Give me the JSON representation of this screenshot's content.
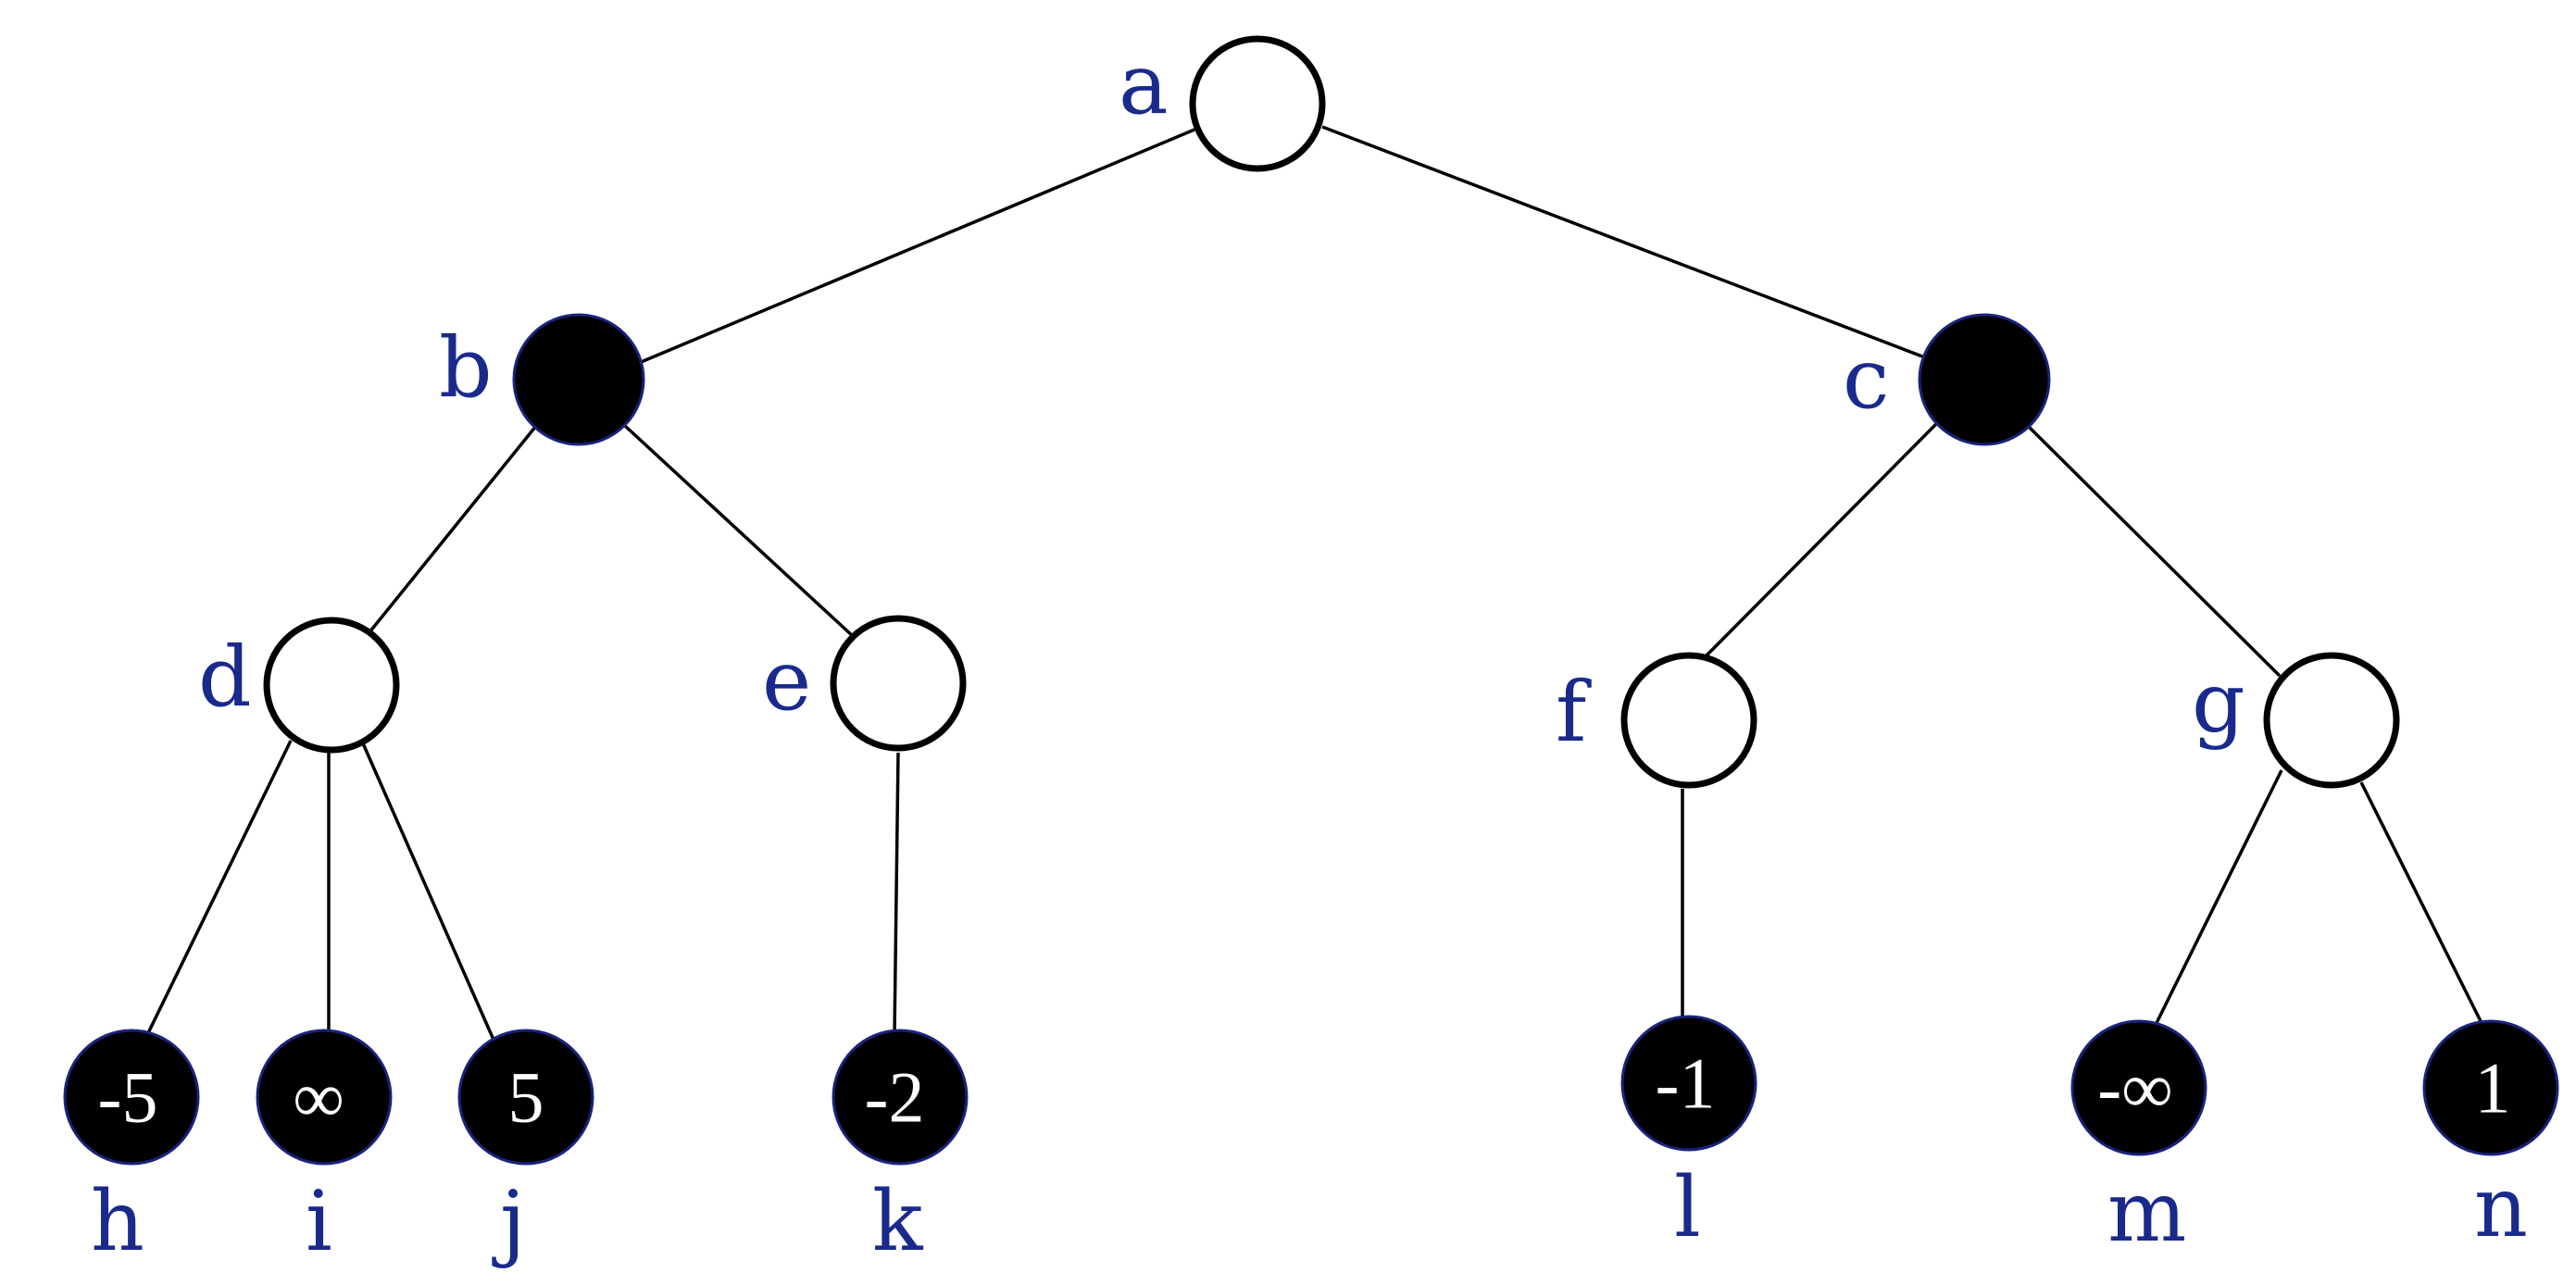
{
  "colors": {
    "label": "#1a2a8c",
    "edge": "#000000",
    "min_node_fill": "#000000",
    "max_node_fill": "#ffffff"
  },
  "nodes": {
    "a": {
      "label": "a",
      "player": "max"
    },
    "b": {
      "label": "b",
      "player": "min"
    },
    "c": {
      "label": "c",
      "player": "min"
    },
    "d": {
      "label": "d",
      "player": "max"
    },
    "e": {
      "label": "e",
      "player": "max"
    },
    "f": {
      "label": "f",
      "player": "max"
    },
    "g": {
      "label": "g",
      "player": "max"
    },
    "h": {
      "label": "h",
      "player": "min",
      "value": "-5"
    },
    "i": {
      "label": "i",
      "player": "min",
      "value": "∞"
    },
    "j": {
      "label": "j",
      "player": "min",
      "value": "5"
    },
    "k": {
      "label": "k",
      "player": "min",
      "value": "-2"
    },
    "l": {
      "label": "l",
      "player": "min",
      "value": "-1"
    },
    "m": {
      "label": "m",
      "player": "min",
      "value": "-∞"
    },
    "n": {
      "label": "n",
      "player": "min",
      "value": "1"
    }
  },
  "edges": [
    [
      "a",
      "b"
    ],
    [
      "a",
      "c"
    ],
    [
      "b",
      "d"
    ],
    [
      "b",
      "e"
    ],
    [
      "c",
      "f"
    ],
    [
      "c",
      "g"
    ],
    [
      "d",
      "h"
    ],
    [
      "d",
      "i"
    ],
    [
      "d",
      "j"
    ],
    [
      "e",
      "k"
    ],
    [
      "f",
      "l"
    ],
    [
      "g",
      "m"
    ],
    [
      "g",
      "n"
    ]
  ]
}
